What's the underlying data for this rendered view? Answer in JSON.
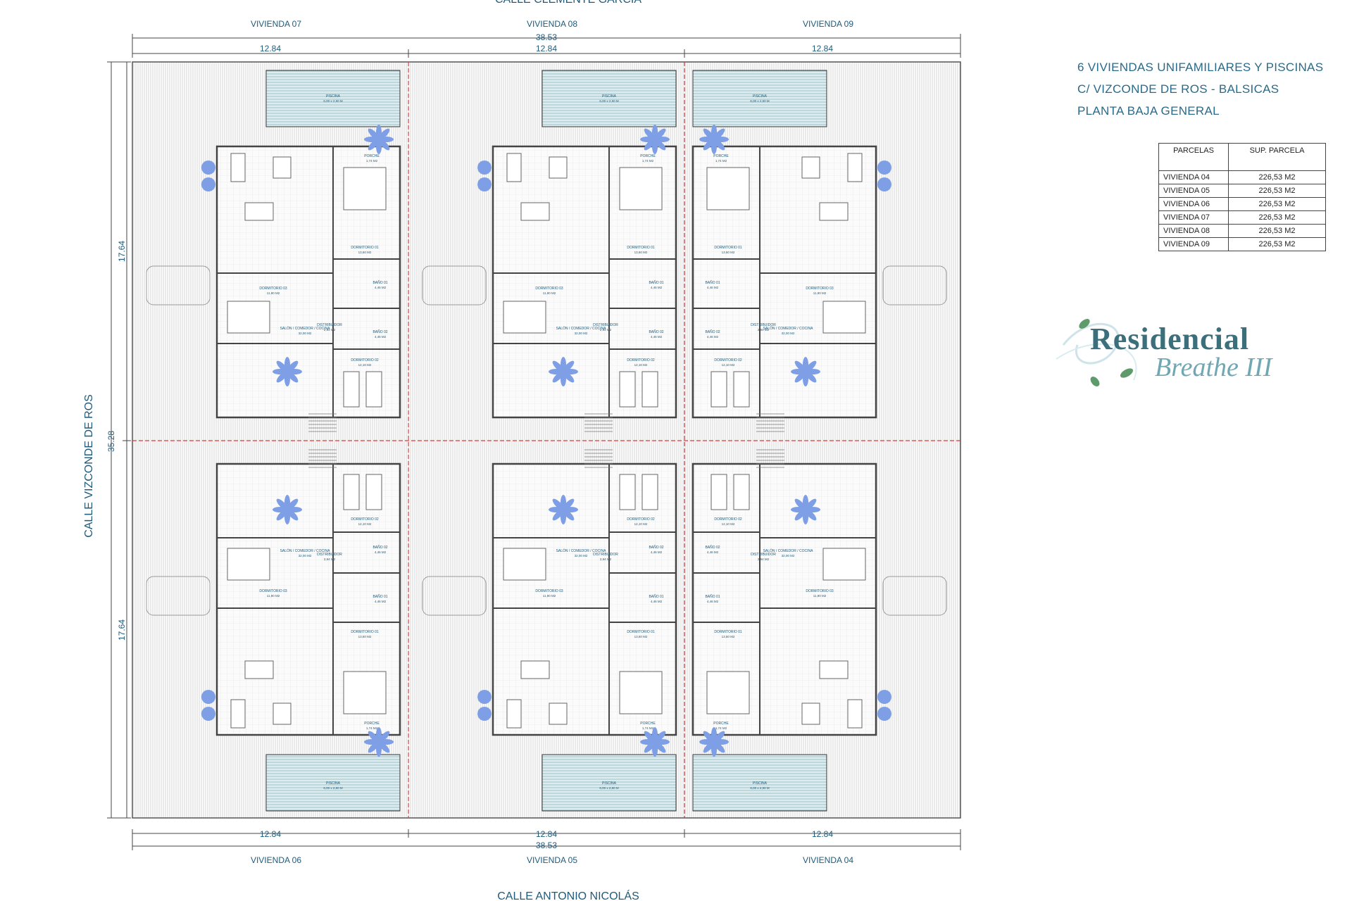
{
  "streets": {
    "top": "CALLE CLEMENTE GARCÍA",
    "bottom": "CALLE ANTONIO NICOLÁS",
    "left": "CALLE VIZCONDE DE ROS"
  },
  "house_labels": {
    "top": [
      "VIVIENDA 07",
      "VIVIENDA 08",
      "VIVIENDA 09"
    ],
    "bottom": [
      "VIVIENDA 06",
      "VIVIENDA 05",
      "VIVIENDA 04"
    ]
  },
  "dimensions": {
    "total_width": "38.53",
    "lot_width": "12.84",
    "total_depth": "35.28",
    "half_depth": "17.64"
  },
  "title_block": {
    "line1": "6 VIVIENDAS UNIFAMILIARES Y PISCINAS",
    "line2": "C/ VIZCONDE DE ROS - BALSICAS",
    "line3": "PLANTA BAJA GENERAL"
  },
  "parcel_table": {
    "headers": [
      "PARCELAS",
      "SUP. PARCELA"
    ],
    "rows": [
      {
        "name": "VIVIENDA 04",
        "area": "226,53 M2"
      },
      {
        "name": "VIVIENDA 05",
        "area": "226,53 M2"
      },
      {
        "name": "VIVIENDA 06",
        "area": "226,53 M2"
      },
      {
        "name": "VIVIENDA 07",
        "area": "226,53 M2"
      },
      {
        "name": "VIVIENDA 08",
        "area": "226,53 M2"
      },
      {
        "name": "VIVIENDA 09",
        "area": "226,53 M2"
      }
    ]
  },
  "logo": {
    "word1": "Residencial",
    "word2": "Breathe III"
  },
  "room_labels": {
    "pool": "PISCINA",
    "pool_size": "6,00 x 2,50 M",
    "porch": "PORCHE",
    "porch_area": "1,74 M2",
    "living": "SALÓN / COMEDOR / COCINA",
    "living_area": "32,00 M2",
    "bed1": "DORMITORIO 01",
    "bed1_area": "13,60 M2",
    "bed2": "DORMITORIO 02",
    "bed2_area": "12,10 M2",
    "bed3": "DORMITORIO 03",
    "bed3_area": "11,90 M2",
    "bath1": "BAÑO 01",
    "bath2": "BAÑO 02",
    "bath_area": "4,46 M2",
    "hall": "DISTRIBUIDOR",
    "hall_area": "2,94 M2"
  },
  "colors": {
    "line": "#555555",
    "accent": "#1f5a7a",
    "pool": "#cfe6ea",
    "tree": "#7e9fe6",
    "property_line": "#d83a3a"
  }
}
